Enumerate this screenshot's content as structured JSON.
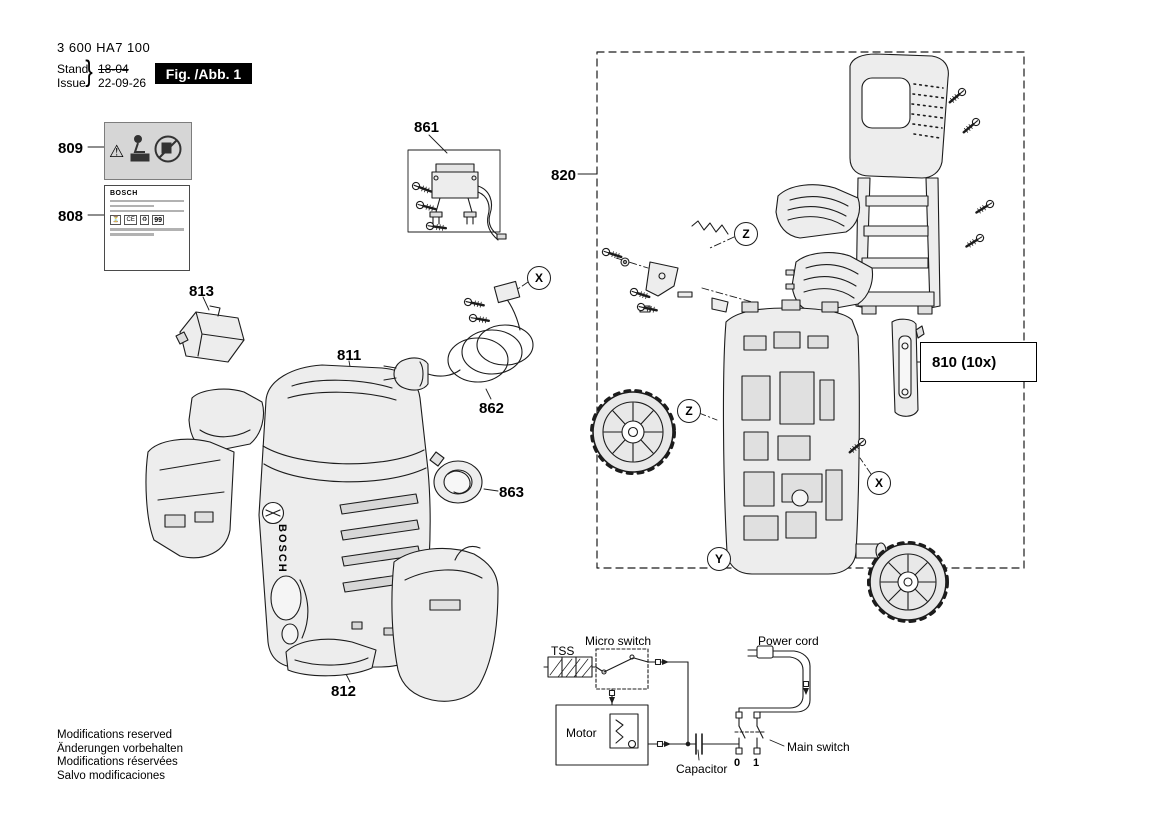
{
  "header": {
    "doc_number": "3 600 HA7 100",
    "stand_label": "Stand",
    "stand_value": "18-04",
    "issue_label": "Issue",
    "issue_value": "22-09-26",
    "brace": "}",
    "figure_label": "Fig. /Abb. 1"
  },
  "callouts": {
    "c808": "808",
    "c809": "809",
    "c810": "810 (10x)",
    "c811": "811",
    "c812": "812",
    "c813": "813",
    "c820": "820",
    "c861": "861",
    "c862": "862",
    "c863": "863"
  },
  "markers": {
    "x": "X",
    "y": "Y",
    "z": "Z"
  },
  "body_drawing": {
    "brand": "BOSCH"
  },
  "sticker_808": {
    "brand": "BOSCH",
    "ce": "CE",
    "num": "99"
  },
  "icons": {
    "warning": "⚠"
  },
  "circuit": {
    "micro_switch": "Micro switch",
    "power_cord": "Power cord",
    "tss": "TSS",
    "motor": "Motor",
    "capacitor": "Capacitor",
    "main_switch": "Main switch",
    "pos_0": "0",
    "pos_1": "1"
  },
  "footer": {
    "lines": [
      "Modifications reserved",
      "Änderungen vorbehalten",
      "Modifications réservées",
      "Salvo modificaciones"
    ]
  }
}
